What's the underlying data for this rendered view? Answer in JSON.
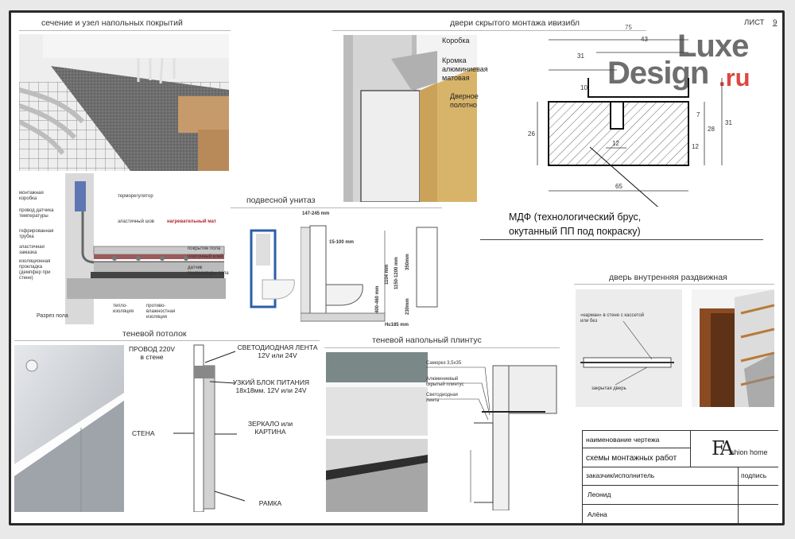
{
  "sheet": {
    "label": "ЛИСТ",
    "number": "9"
  },
  "logo": {
    "line1": "Luxe",
    "line2": "Design",
    "suffix": ".ru"
  },
  "sections": {
    "floor": "сечение и узел напольных покрытий",
    "doors": "двери скрытого монтажа ивизибл",
    "toilet": "подвесной унитаз",
    "ceiling": "теневой потолок",
    "baseboard": "теневой напольный плинтус",
    "sliding": "дверь внутренняя раздвижная"
  },
  "floor_labels": {
    "thermostat": "терморегулятор",
    "sensor_wire": "провод датчика температуры",
    "corrugated": "гофрированная трубка",
    "elastic_seal": "эластичная замазка",
    "insulating_gasket": "изоляционная прокладка (демпфер при стене)",
    "mounting_box": "монтажная коробка",
    "elastic_seam": "эластичный шов",
    "heating_mat": "нагревательный мат",
    "floor_cover": "покрытие пола",
    "tile_glue": "плиточный клей",
    "temp_sensor": "датчик температуры пола",
    "heat_insulation": "тепло-изоляция",
    "moisture_insulation": "противо-влажностная изоляция",
    "section_caption": "Разрез пола"
  },
  "door_labels": {
    "box": "Коробка",
    "edge": "Кромка алюминиевая матовая",
    "leaf": "Дверное полотно"
  },
  "door_dims": {
    "d75": "75",
    "d43": "43",
    "d31": "31",
    "d10": "10",
    "d7": "7",
    "d26": "26",
    "d28": "28",
    "d31v": "31",
    "d12": "12",
    "d12v": "12",
    "d65": "65"
  },
  "mdf_note": "МДФ (технологический брус, окутанный ПП под покраску)",
  "toilet_dims": {
    "width": "147-245 mm",
    "gap": "15-100 mm",
    "h1": "1104 mm",
    "h2": "1150-1200 mm",
    "h3": "400-460 mm",
    "depth": "350mm",
    "d230": "230mm",
    "h185": "H≤185 mm"
  },
  "ceiling_labels": {
    "wire": "ПРОВОД 220V в стене",
    "led": "СВЕТОДИОДНАЯ ЛЕНТА 12V или 24V",
    "psu": "УЗКИЙ БЛОК ПИТАНИЯ 18х18мм. 12V или 24V",
    "wall": "СТЕНА",
    "mirror": "ЗЕРКАЛО или КАРТИНА",
    "frame": "РАМКА"
  },
  "baseboard_labels": {
    "screw": "Саморез 3,5х35",
    "profile": "Алюминиевый скрытый плинтус",
    "led": "Светодиодная лента"
  },
  "sliding_labels": {
    "cassette": "«карман» в стене с кассетой или без",
    "closed": "закрытая дверь"
  },
  "titleblock": {
    "drawing_name_label": "наименование чертежа",
    "drawing_name": "схемы монтажных работ",
    "client_label": "заказчик/исполнитель",
    "signature_label": "подпись",
    "client": "Леонид",
    "executor": "Алёна",
    "brand_mark": "FA",
    "brand": "shion home"
  }
}
